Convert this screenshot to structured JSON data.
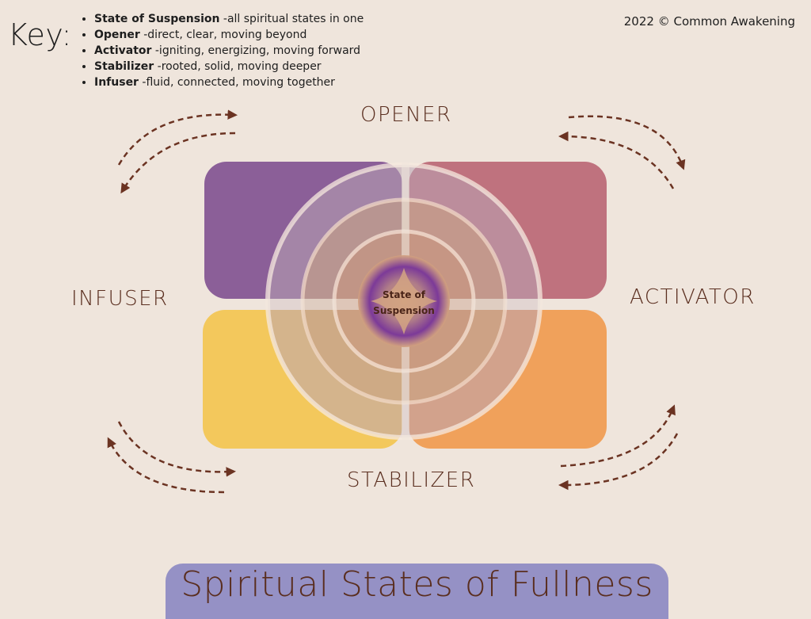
{
  "header": {
    "key_label": "Key:",
    "copyright": "2022 © Common Awakening"
  },
  "key_items": [
    {
      "term": "State of Suspension",
      "desc": " -all spiritual states in one"
    },
    {
      "term": "Opener",
      "desc": " -direct, clear, moving beyond"
    },
    {
      "term": "Activator",
      "desc": " -igniting, energizing, moving forward"
    },
    {
      "term": "Stabilizer",
      "desc": " -rooted, solid, moving deeper"
    },
    {
      "term": "Infuser",
      "desc": " -fluid, connected, moving together"
    }
  ],
  "diagram": {
    "labels": {
      "opener": "OPENER",
      "activator": "ACTIVATOR",
      "stabilizer": "STABILIZER",
      "infuser": "INFUSER"
    },
    "center_line1": "State of",
    "center_line2": "Suspension",
    "colors": {
      "opener_quadrant": "#8b5f98",
      "activator_quadrant": "#bf727e",
      "infuser_quadrant": "#f3c85c",
      "stabilizer_quadrant": "#f0a15b",
      "arrow": "#6b3322",
      "center_purple": "#6a2a8f",
      "title_bar": "#9591c5"
    }
  },
  "footer": {
    "title": "Spiritual States of Fullness"
  }
}
